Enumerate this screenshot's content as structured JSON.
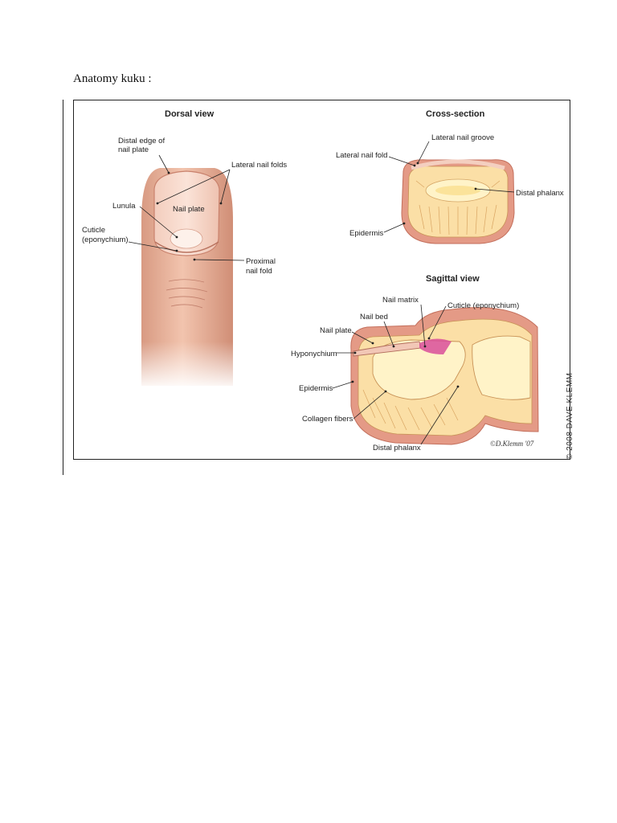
{
  "heading": "Anatomy kuku :",
  "figure": {
    "dorsal": {
      "title": "Dorsal view",
      "labels": {
        "distal_edge_1": "Distal edge of",
        "distal_edge_2": "nail plate",
        "lateral_nail_folds": "Lateral nail folds",
        "lunula": "Lunula",
        "nail_plate": "Nail plate",
        "cuticle_1": "Cuticle",
        "cuticle_2": "(eponychium)",
        "proximal_1": "Proximal",
        "proximal_2": "nail fold"
      }
    },
    "cross_section": {
      "title": "Cross-section",
      "labels": {
        "lateral_nail_groove": "Lateral nail groove",
        "lateral_nail_fold": "Lateral nail fold",
        "distal_phalanx": "Distal phalanx",
        "epidermis": "Epidermis"
      }
    },
    "sagittal": {
      "title": "Sagittal view",
      "labels": {
        "nail_matrix": "Nail matrix",
        "cuticle": "Cuticle (eponychium)",
        "nail_bed": "Nail bed",
        "nail_plate": "Nail plate",
        "hyponychium": "Hyponychium",
        "epidermis": "Epidermis",
        "collagen_fibers": "Collagen fibers",
        "distal_phalanx": "Distal phalanx"
      },
      "signature": "©D.Klemm '07"
    }
  },
  "credit": "© 2008 DAVE KLEMM"
}
